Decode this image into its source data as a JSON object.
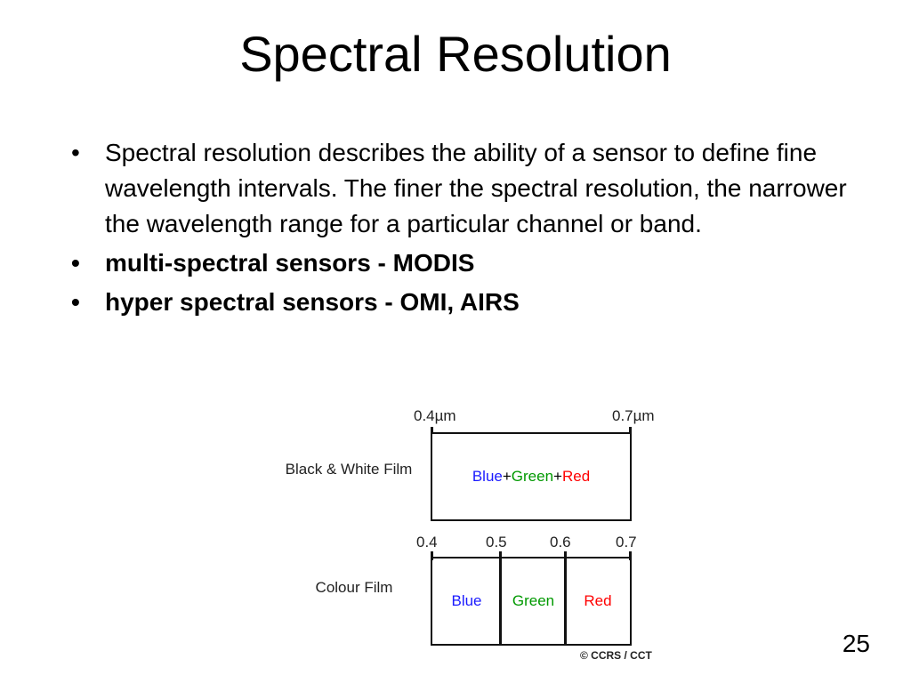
{
  "slide": {
    "title": "Spectral Resolution",
    "bullets": [
      {
        "marker": "•",
        "text": "Spectral resolution describes the ability of a sensor to define fine wavelength intervals. The finer the spectral resolution, the narrower the wavelength range for a particular channel or band.",
        "bold": false
      },
      {
        "marker": "•",
        "text": "multi-spectral sensors  - MODIS",
        "bold": true
      },
      {
        "marker": "•",
        "text": "hyper spectral sensors  - OMI, AIRS",
        "bold": true
      }
    ],
    "page_number": "25"
  },
  "diagram": {
    "bw": {
      "label": "Black & White Film",
      "start_label": "0.4µm",
      "end_label": "0.7µm",
      "parts": [
        {
          "text": "Blue",
          "color": "#1a1aff"
        },
        {
          "text": "+",
          "color": "#000000"
        },
        {
          "text": "Green",
          "color": "#009900"
        },
        {
          "text": "+",
          "color": "#000000"
        },
        {
          "text": "Red",
          "color": "#ff0000"
        }
      ]
    },
    "colour": {
      "label": "Colour Film",
      "ticks": [
        "0.4",
        "0.5",
        "0.6",
        "0.7"
      ],
      "bands": [
        {
          "text": "Blue",
          "color": "#1a1aff"
        },
        {
          "text": "Green",
          "color": "#009900"
        },
        {
          "text": "Red",
          "color": "#ff0000"
        }
      ]
    },
    "copyright": "© CCRS / CCT"
  }
}
